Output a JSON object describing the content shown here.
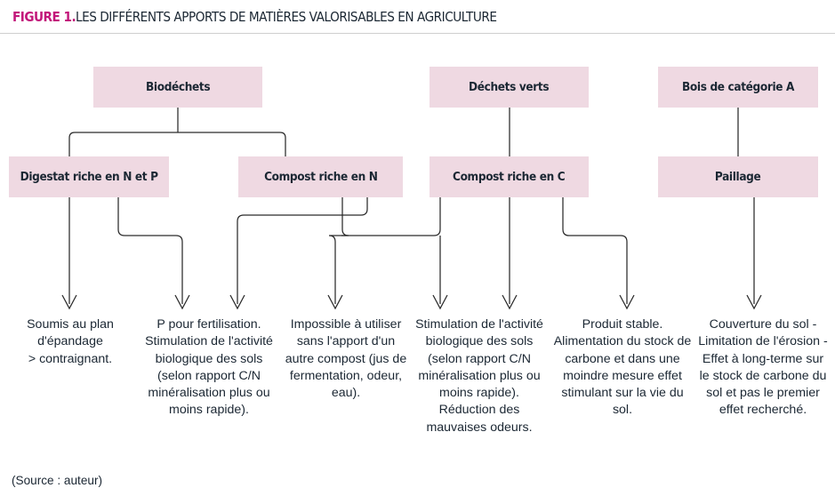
{
  "title": {
    "prefix": "FIGURE 1.",
    "main": "LES DIFFÉRENTS APPORTS DE MATIÈRES VALORISABLES EN AGRICULTURE",
    "prefix_color": "#c2167a",
    "main_color": "#1b2733"
  },
  "theme": {
    "box_fill": "#efd9e2",
    "line_color": "#2a2a2a",
    "text_color": "#1b2733",
    "background": "#ffffff"
  },
  "nodes": {
    "sources": [
      {
        "id": "biodechets",
        "label": "Biodéchets"
      },
      {
        "id": "dechets-verts",
        "label": "Déchets verts"
      },
      {
        "id": "bois-categorie-a",
        "label": "Bois de catégorie A"
      }
    ],
    "products": [
      {
        "id": "digestat",
        "label": "Digestat riche en N et P"
      },
      {
        "id": "compost-n",
        "label": "Compost riche en N"
      },
      {
        "id": "compost-c",
        "label": "Compost riche en C"
      },
      {
        "id": "paillage",
        "label": "Paillage"
      }
    ]
  },
  "outcomes": [
    {
      "id": "outcome-1",
      "text": "Soumis au plan d'épandage\n> contraignant."
    },
    {
      "id": "outcome-2",
      "text": "P pour fertilisation. Stimulation de l'activité biologique des sols (selon rapport C/N minéralisation plus ou moins rapide)."
    },
    {
      "id": "outcome-3",
      "text": "Impossible à utiliser sans l'apport d'un autre compost (jus de fermentation, odeur, eau)."
    },
    {
      "id": "outcome-4",
      "text": "Stimulation de l'activité biologique des sols (selon rapport C/N minéralisation plus ou moins rapide). Réduction des mauvaises odeurs."
    },
    {
      "id": "outcome-5",
      "text": "Produit stable. Alimentation du stock de carbone et dans une moindre mesure effet stimulant sur la vie du sol."
    },
    {
      "id": "outcome-6",
      "text": "Couverture du sol - Limitation de l'érosion - Effet à long-terme sur le stock de carbone du sol et pas le premier effet recherché."
    }
  ],
  "source_note": "(Source : auteur)"
}
